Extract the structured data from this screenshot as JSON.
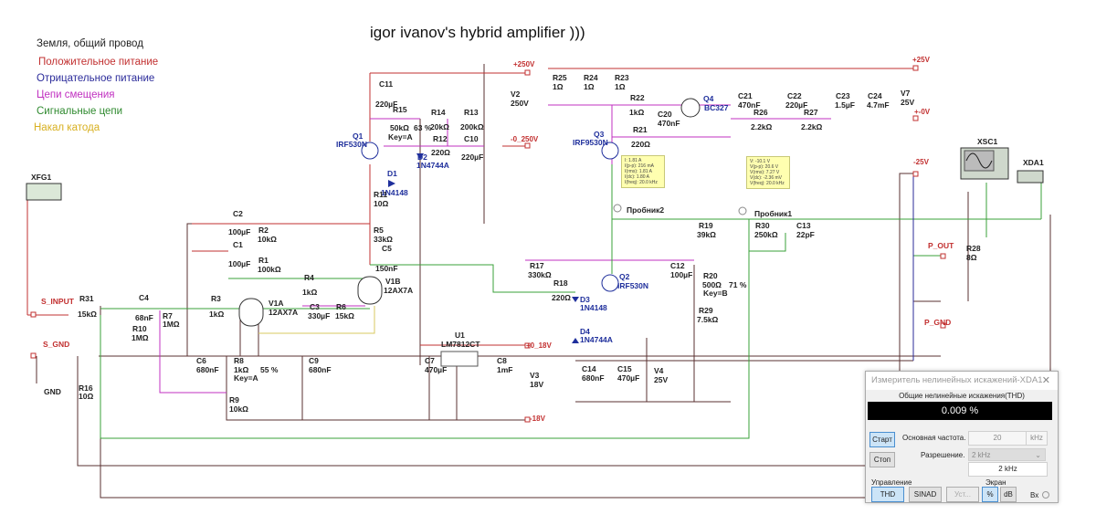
{
  "title": "igor ivanov's hybrid amplifier )))",
  "legend": [
    {
      "label": "Земля, общий провод",
      "color": "#222222"
    },
    {
      "label": "Положительное питание",
      "color": "#c23030"
    },
    {
      "label": "Отрицательное питание",
      "color": "#2b2b9a"
    },
    {
      "label": "Цепи смещения",
      "color": "#c030c0"
    },
    {
      "label": "Сигнальные цепи",
      "color": "#2f8a2f"
    },
    {
      "label": "Накал катода",
      "color": "#d8b020"
    }
  ],
  "wire_colors": {
    "ground": "#5a3030",
    "positive": "#c23030",
    "negative": "#2b2b9a",
    "bias": "#c030c0",
    "signal": "#3aa03a",
    "heater": "#d8c860"
  },
  "rails": {
    "plus250": "+250V",
    "minus0_250": "-0_250V",
    "plus25": "+25V",
    "plus0": "+-0V",
    "minus25": "-25V",
    "plus0_18": "+0_18V",
    "minus18": "-18V",
    "s_input": "S_INPUT",
    "s_gnd": "S_GND",
    "p_out": "P_OUT",
    "p_gnd": "P_GND",
    "gnd": "GND"
  },
  "components": {
    "XFG1": {
      "name": "XFG1"
    },
    "R31": {
      "name": "R31",
      "value": "15kΩ"
    },
    "C4": {
      "name": "C4",
      "value": "68nF"
    },
    "R10": {
      "name": "R10",
      "value": "1MΩ"
    },
    "R7": {
      "name": "R7",
      "value": "1MΩ"
    },
    "R3": {
      "name": "R3",
      "value": "1kΩ"
    },
    "C2": {
      "name": "C2",
      "value": "100µF"
    },
    "C1": {
      "name": "C1",
      "value": "100µF"
    },
    "R2": {
      "name": "R2",
      "value": "10kΩ"
    },
    "R1": {
      "name": "R1",
      "value": "100kΩ"
    },
    "R4": {
      "name": "R4",
      "value": "1kΩ"
    },
    "V1A": {
      "name": "V1A",
      "value": "12AX7A"
    },
    "V1B": {
      "name": "V1B",
      "value": "12AX7A"
    },
    "C3": {
      "name": "C3",
      "value": "330µF"
    },
    "R6": {
      "name": "R6",
      "value": "15kΩ"
    },
    "R5": {
      "name": "R5",
      "value": "33kΩ"
    },
    "C5": {
      "name": "C5",
      "value": "150nF"
    },
    "C6": {
      "name": "C6",
      "value": "680nF"
    },
    "R8": {
      "name": "R8",
      "value": "1kΩ",
      "key": "Key=A",
      "percent": "55 %"
    },
    "R9": {
      "name": "R9",
      "value": "10kΩ"
    },
    "C9": {
      "name": "C9",
      "value": "680nF"
    },
    "R16": {
      "name": "R16",
      "value": "10Ω"
    },
    "Q1": {
      "name": "Q1",
      "value": "IRF530N"
    },
    "C11": {
      "name": "C11",
      "value": "220µF"
    },
    "R15": {
      "name": "R15",
      "value": "50kΩ",
      "key": "Key=A",
      "percent": "63 %"
    },
    "R14": {
      "name": "R14",
      "value": "20kΩ"
    },
    "R13": {
      "name": "R13",
      "value": "200kΩ"
    },
    "R12": {
      "name": "R12",
      "value": "220Ω"
    },
    "C10": {
      "name": "C10",
      "value": "220µF"
    },
    "V2": {
      "name": "V2",
      "value": "250V"
    },
    "D2": {
      "name": "D2",
      "value": "1N4744A"
    },
    "D1": {
      "name": "D1",
      "value": "1N4148"
    },
    "R11": {
      "name": "R11",
      "value": "10Ω"
    },
    "U1": {
      "name": "U1",
      "value": "LM7812CT"
    },
    "C7": {
      "name": "C7",
      "value": "470µF"
    },
    "C8": {
      "name": "C8",
      "value": "1mF"
    },
    "V3": {
      "name": "V3",
      "value": "18V"
    },
    "R25": {
      "name": "R25",
      "value": "1Ω"
    },
    "R24": {
      "name": "R24",
      "value": "1Ω"
    },
    "R23": {
      "name": "R23",
      "value": "1Ω"
    },
    "R22": {
      "name": "R22",
      "value": "1kΩ"
    },
    "C20": {
      "name": "C20",
      "value": "470nF"
    },
    "Q4": {
      "name": "Q4",
      "value": "BC327"
    },
    "R21": {
      "name": "R21",
      "value": "220Ω"
    },
    "Q3": {
      "name": "Q3",
      "value": "IRF9530N"
    },
    "C21": {
      "name": "C21",
      "value": "470nF"
    },
    "R26": {
      "name": "R26",
      "value": "2.2kΩ"
    },
    "C22": {
      "name": "C22",
      "value": "220µF"
    },
    "R27": {
      "name": "R27",
      "value": "2.2kΩ"
    },
    "C23": {
      "name": "C23",
      "value": "1.5µF"
    },
    "C24": {
      "name": "C24",
      "value": "4.7mF"
    },
    "V7": {
      "name": "V7",
      "value": "25V"
    },
    "R17": {
      "name": "R17",
      "value": "330kΩ"
    },
    "R18": {
      "name": "R18",
      "value": "220Ω"
    },
    "Q2": {
      "name": "Q2",
      "value": "IRF530N"
    },
    "D3": {
      "name": "D3",
      "value": "1N4148"
    },
    "D4": {
      "name": "D4",
      "value": "1N4744A"
    },
    "R19": {
      "name": "R19",
      "value": "39kΩ"
    },
    "C12": {
      "name": "C12",
      "value": "100µF"
    },
    "R20": {
      "name": "R20",
      "value": "500Ω",
      "key": "Key=B",
      "percent": "71 %"
    },
    "R29": {
      "name": "R29",
      "value": "7.5kΩ"
    },
    "C14": {
      "name": "C14",
      "value": "680nF"
    },
    "C15": {
      "name": "C15",
      "value": "470µF"
    },
    "V4": {
      "name": "V4",
      "value": "25V"
    },
    "R30": {
      "name": "R30",
      "value": "250kΩ"
    },
    "C13": {
      "name": "C13",
      "value": "22pF"
    },
    "R28": {
      "name": "R28",
      "value": "8Ω"
    },
    "XSC1": {
      "name": "XSC1"
    },
    "XDA1": {
      "name": "XDA1"
    }
  },
  "probes": {
    "probe2": {
      "label": "Пробник2",
      "lines": [
        "I: 1.81 A",
        "I(p-p): 216 mA",
        "I(rms): 1.81 A",
        "I(dc): 1.80 A",
        "I(freq): 20.0 kHz"
      ]
    },
    "probe1": {
      "label": "Пробник1",
      "lines": [
        "V: -10.1 V",
        "V(p-p): 20.6 V",
        "V(rms): 7.27 V",
        "V(dc): -2.36 mV",
        "V(freq): 20.0 kHz"
      ]
    }
  },
  "thd_window": {
    "title": "Измеритель нелинейных искажений-XDA1",
    "caption": "Общие нелинейные искажения(THD)",
    "value": "0.009 %",
    "start": "Старт",
    "stop": "Стоп",
    "fundamental_label": "Основная частота.",
    "fundamental_value": "20",
    "fundamental_unit": "kHz",
    "resolution_label": "Разрешение.",
    "resolution_select": "2 kHz",
    "resolution_value": "2 kHz",
    "control_label": "Управление",
    "btn_thd": "THD",
    "btn_sinad": "SINAD",
    "btn_set": "Уст...",
    "display_label": "Экран",
    "btn_percent": "%",
    "btn_db": "dB",
    "input_label": "Вх"
  }
}
